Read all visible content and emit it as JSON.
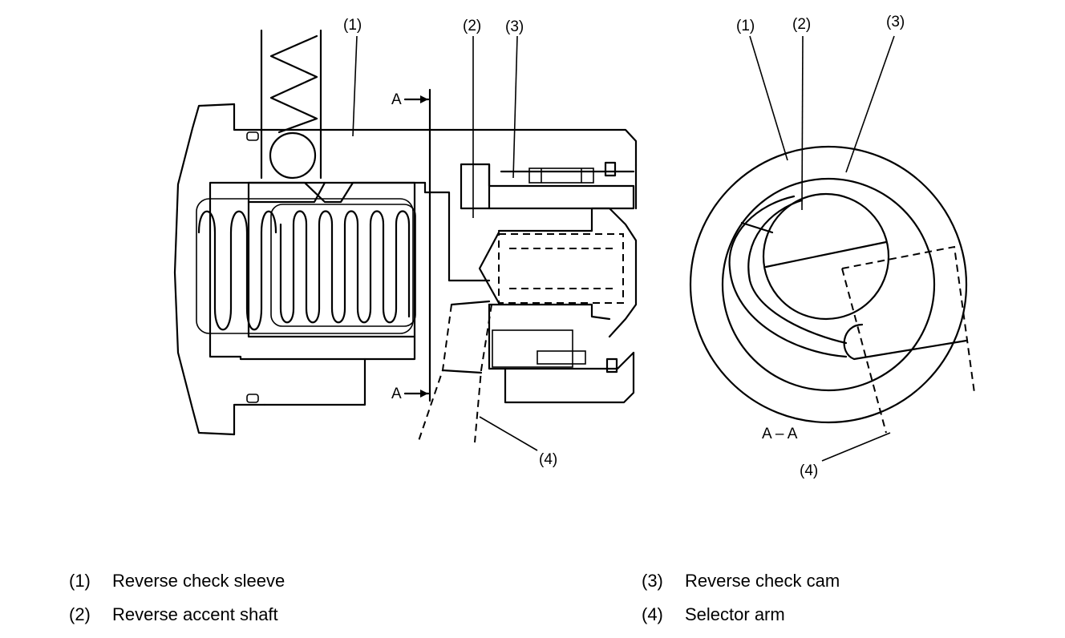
{
  "diagram": {
    "callouts": {
      "c1": "(1)",
      "c2": "(2)",
      "c3": "(3)",
      "c4": "(4)",
      "s1": "(1)",
      "s2": "(2)",
      "s3": "(3)",
      "s4": "(4)"
    },
    "section_marker_top": "A",
    "section_marker_bottom": "A",
    "section_title": "A – A"
  },
  "legend": [
    {
      "num": "(1)",
      "label": "Reverse check sleeve"
    },
    {
      "num": "(2)",
      "label": "Reverse accent shaft"
    },
    {
      "num": "(3)",
      "label": "Reverse check cam"
    },
    {
      "num": "(4)",
      "label": "Selector arm"
    }
  ]
}
